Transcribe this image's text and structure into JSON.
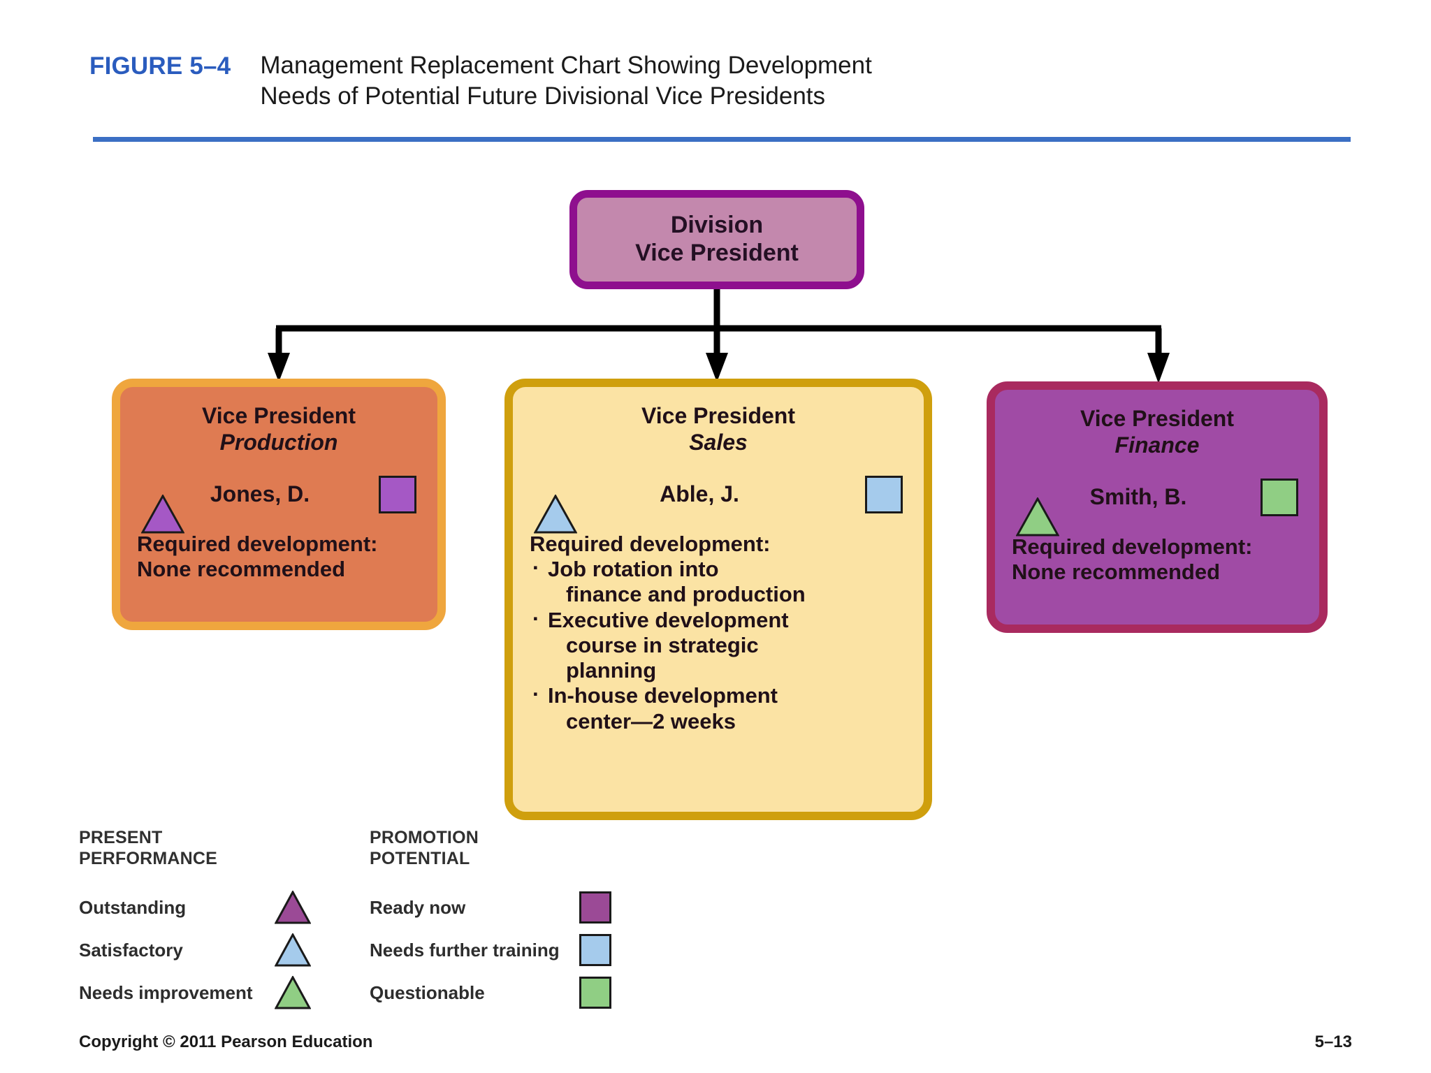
{
  "header": {
    "figure_label": "FIGURE 5–4",
    "title_line1": "Management Replacement Chart Showing Development",
    "title_line2": "Needs of Potential Future Divisional Vice Presidents",
    "rule_color": "#3b6fc4",
    "label_color": "#2a5cbe"
  },
  "chart_data": {
    "type": "diagram",
    "title": "Management Replacement Chart Showing Development Needs of Potential Future Divisional Vice Presidents",
    "root": {
      "title_line1": "Division",
      "title_line2": "Vice President",
      "fill": "#c388ad",
      "border": "#8e0f8e"
    },
    "nodes": [
      {
        "role": "Vice President",
        "department": "Production",
        "person": "Jones, D.",
        "performance": "Outstanding",
        "performance_color": "#a558c5",
        "potential": "Ready now",
        "potential_color": "#a558c5",
        "required_label": "Required development:",
        "required_text": "None recommended",
        "required_items": [],
        "fill": "#df7b52",
        "border": "#efa63e"
      },
      {
        "role": "Vice President",
        "department": "Sales",
        "person": "Able, J.",
        "performance": "Satisfactory",
        "performance_color": "#a5cbec",
        "potential": "Needs further training",
        "potential_color": "#a5cbec",
        "required_label": "Required development:",
        "required_text": "",
        "required_items": [
          {
            "line1": "Job rotation into",
            "line2": "finance and production",
            "line3": ""
          },
          {
            "line1": "Executive development",
            "line2": "course in strategic",
            "line3": "planning"
          },
          {
            "line1": "In-house development",
            "line2": "center—2 weeks",
            "line3": ""
          }
        ],
        "fill": "#fbe3a4",
        "border": "#cf9f0d"
      },
      {
        "role": "Vice President",
        "department": "Finance",
        "person": "Smith, B.",
        "performance": "Needs improvement",
        "performance_color": "#90ce84",
        "potential": "Questionable",
        "potential_color": "#90ce84",
        "required_label": "Required development:",
        "required_text": "None recommended",
        "required_items": [],
        "fill": "#a04ba5",
        "border": "#a92a5f"
      }
    ]
  },
  "legend": {
    "performance": {
      "title_line1": "PRESENT",
      "title_line2": "PERFORMANCE",
      "items": [
        {
          "label": "Outstanding",
          "color": "#9b4a96",
          "shape": "triangle"
        },
        {
          "label": "Satisfactory",
          "color": "#a5cbec",
          "shape": "triangle"
        },
        {
          "label": "Needs improvement",
          "color": "#90ce84",
          "shape": "triangle"
        }
      ]
    },
    "potential": {
      "title_line1": "PROMOTION",
      "title_line2": "POTENTIAL",
      "items": [
        {
          "label": "Ready now",
          "color": "#9b4a96",
          "shape": "square"
        },
        {
          "label": "Needs further training",
          "color": "#a5cbec",
          "shape": "square"
        },
        {
          "label": "Questionable",
          "color": "#90ce84",
          "shape": "square"
        }
      ]
    }
  },
  "footer": {
    "copyright": "Copyright © 2011 Pearson Education",
    "page_number": "5–13"
  }
}
